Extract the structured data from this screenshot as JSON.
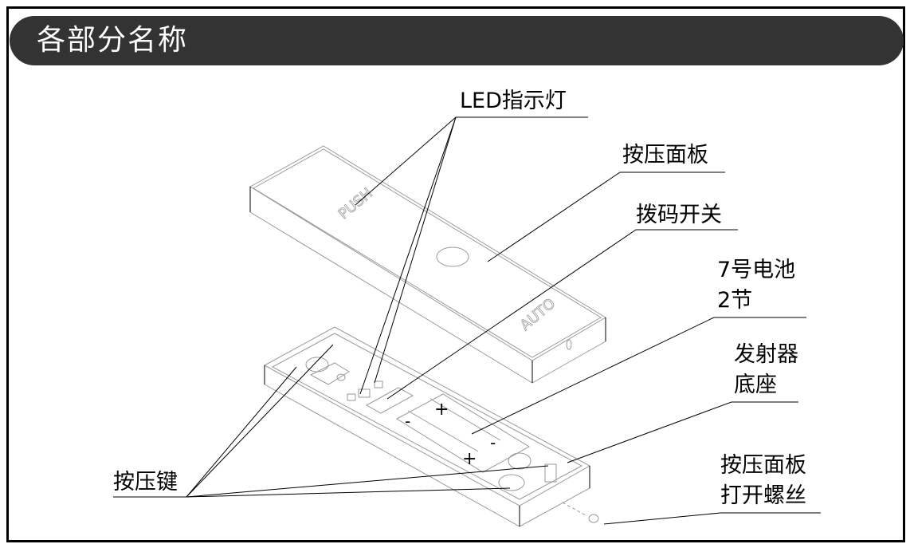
{
  "header": {
    "title": "各部分名称"
  },
  "labels": {
    "led": "LED指示灯",
    "panel": "按压面板",
    "dip": "拨码开关",
    "battery_line1": "7号电池",
    "battery_line2": "2节",
    "base_line1": "发射器",
    "base_line2": "底座",
    "screw_line1": "按压面板",
    "screw_line2": "打开螺丝",
    "keys": "按压键"
  },
  "device": {
    "panel_text_push": "PUSH",
    "panel_text_auto": "AUTO",
    "battery_plus": "+",
    "battery_minus": "-"
  },
  "colors": {
    "header_bg": "#333333",
    "outline": "#9a9a9a",
    "leader": "#000000"
  }
}
